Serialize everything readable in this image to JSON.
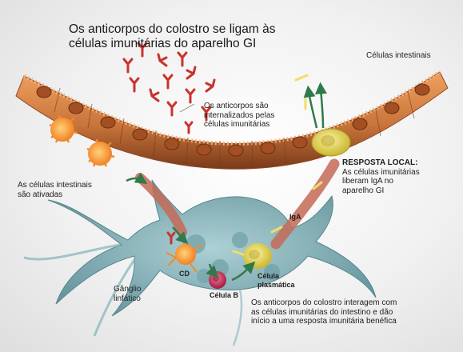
{
  "title": {
    "line1": "Os anticorpos do colostro se ligam às",
    "line2": "células imunitárias do aparelho GI"
  },
  "labels": {
    "intestinal_cells": "Células intestinais",
    "internalized": [
      "Os anticorpos são",
      "internalizados pelas",
      "células imunitárias"
    ],
    "local_response_title": "RESPOSTA LOCAL:",
    "local_response": [
      "As células imunitárias",
      "liberam IgA no",
      "aparelho GI"
    ],
    "activated": [
      "As células intestinais",
      "são ativadas"
    ],
    "iga": "IgA",
    "cd": "CD",
    "plasma_cell": [
      "Célula",
      "plasmática"
    ],
    "b_cell": "Célula B",
    "lymph_node": [
      "Gânglio",
      "linfático"
    ],
    "summary": [
      "Os anticorpos do colostro interagem com",
      "as células imunitárias do intestino e dão",
      "início a uma resposta imunitária benéfica"
    ]
  },
  "colors": {
    "epithelium": "#c8743a",
    "epithelium_dark": "#8f4a22",
    "antibody": "#c9332d",
    "iga": "#f2dc6a",
    "arrow": "#2f7a4a",
    "lymph_node": "#7fb2ba",
    "vessel": "#c46a57",
    "dendritic_cell": "#f08a2a",
    "b_cell": "#c2315a",
    "plasma_cell": "#e2d24a"
  }
}
